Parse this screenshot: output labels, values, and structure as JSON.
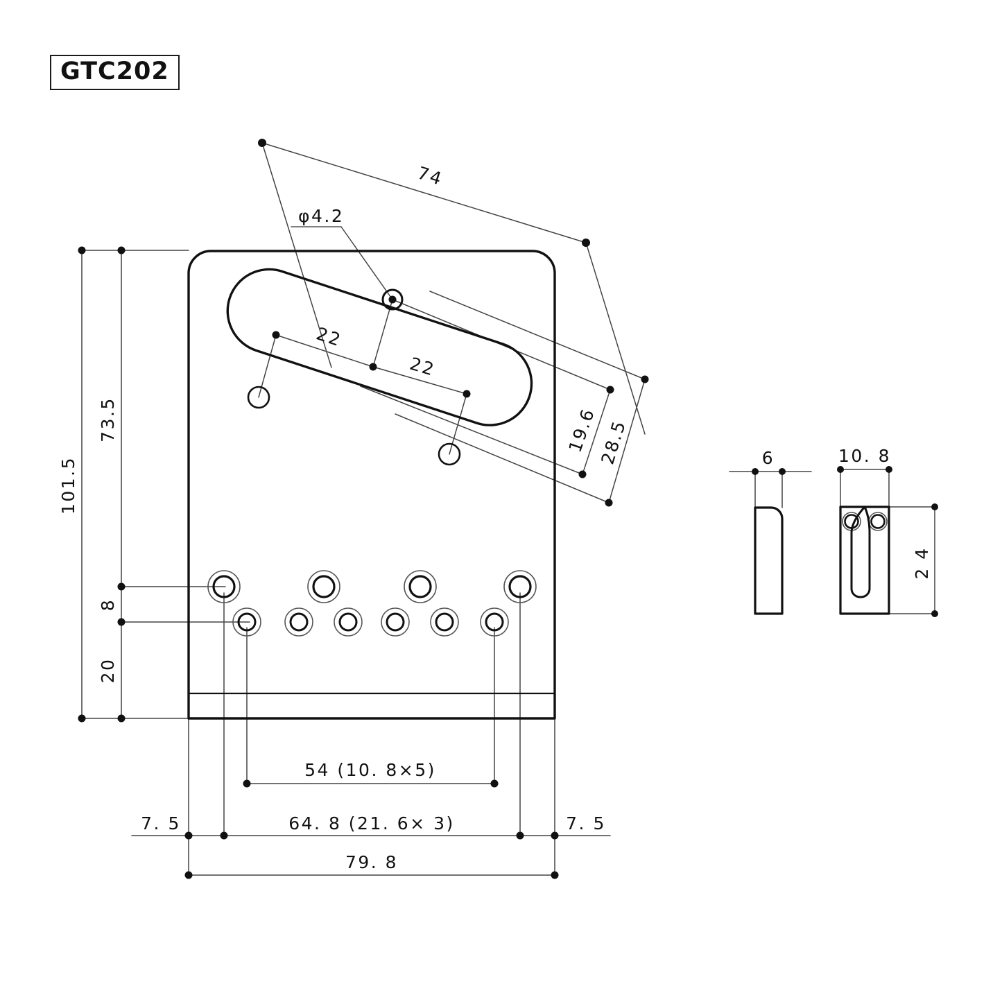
{
  "drawing": {
    "title": "GTC202",
    "type": "technical-drawing",
    "description": "Guitar bridge plate (Telecaster style) engineering drawing with top view and two side views",
    "units": "mm",
    "line_color": "#111111",
    "thin_line_color": "#555555",
    "background": "#ffffff"
  },
  "dimensions": {
    "overall_height": "101.5",
    "upper_height": "73.5",
    "saddle_row_gap": "8",
    "lower_height": "20",
    "pickup_length": "74",
    "pickup_hole_dia": "φ4.2",
    "pickup_span_left": "22",
    "pickup_span_right": "22",
    "pickup_width_inner": "19.6",
    "pickup_width_outer": "28.5",
    "saddle_spacing": "54 (10. 8×5)",
    "screw_spacing": "64. 8 (21. 6× 3)",
    "overall_width": "79. 8",
    "edge_margin_left": "7. 5",
    "edge_margin_right": "7. 5",
    "side_thickness": "6",
    "saddle_width": "10. 8",
    "saddle_height": "2 4"
  },
  "views": {
    "top": "top-view-bridge-plate",
    "side_narrow": "side-view-saddle-profile",
    "side_wide": "front-view-saddle"
  },
  "features": {
    "pickup_cutout": "rotated stadium slot",
    "large_holes_count": 4,
    "small_holes_count": 6,
    "pickup_screw_holes": 3
  }
}
